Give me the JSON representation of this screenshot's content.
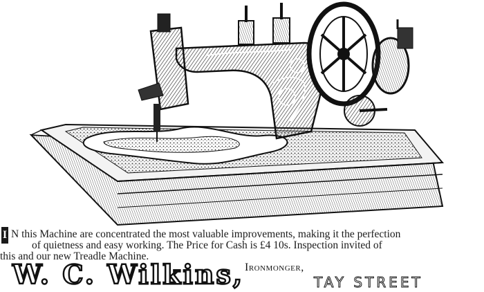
{
  "advert": {
    "dropcap": "I",
    "line1": "N this Machine are concentrated the most valuable improvements, making it the perfection",
    "line2": "of quietness and easy working.  The Price for Cash is £4 10s.  Inspection invited of",
    "line3": "this and our new Treadle Machine."
  },
  "dealer": {
    "name": "W. C. Wilkins,",
    "trade": "Ironmonger,",
    "street": "TAY STREET"
  },
  "illustration": {
    "subject": "sewing-machine-engraving",
    "ink": "#1a1a1a",
    "paper": "#ffffff"
  }
}
